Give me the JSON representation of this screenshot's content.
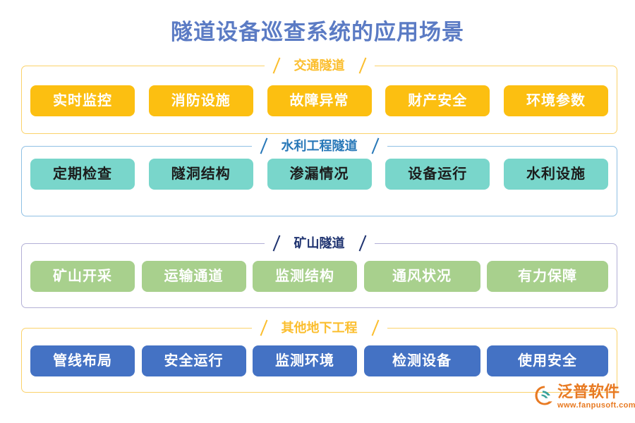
{
  "title": "隧道设备巡查系统的应用场景",
  "colors": {
    "title": "#5b7bc4",
    "amber": "#fcbf11",
    "amber_border": "#fbd26a",
    "teal": "#79d6cb",
    "blue_border": "#8fc0e4",
    "green": "#a8d08d",
    "lavender_border": "#b3b0d6",
    "blue": "#4472c4",
    "section2_title": "#2878b8",
    "section3_title": "#1f3370",
    "logo_orange": "#e87a22"
  },
  "sections": [
    {
      "id": "section-1",
      "title": "交通隧道",
      "chips": [
        {
          "label": "实时监控"
        },
        {
          "label": "消防设施"
        },
        {
          "label": "故障异常"
        },
        {
          "label": "财产安全"
        },
        {
          "label": "环境参数"
        }
      ]
    },
    {
      "id": "section-2",
      "title": "水利工程隧道",
      "chips": [
        {
          "label": "定期检查"
        },
        {
          "label": "隧洞结构"
        },
        {
          "label": "渗漏情况"
        },
        {
          "label": "设备运行"
        },
        {
          "label": "水利设施"
        }
      ]
    },
    {
      "id": "section-3",
      "title": "矿山隧道",
      "chips": [
        {
          "label": "矿山开采"
        },
        {
          "label": "运输通道"
        },
        {
          "label": "监测结构"
        },
        {
          "label": "通风状况"
        },
        {
          "label": "有力保障"
        }
      ]
    },
    {
      "id": "section-4",
      "title": "其他地下工程",
      "chips": [
        {
          "label": "管线布局"
        },
        {
          "label": "安全运行"
        },
        {
          "label": "监测环境"
        },
        {
          "label": "检测设备"
        },
        {
          "label": "使用安全"
        }
      ]
    }
  ],
  "logo": {
    "name": "泛普软件",
    "url": "www.fanpusoft.com",
    "icon": "fanpu-swirl-icon"
  }
}
